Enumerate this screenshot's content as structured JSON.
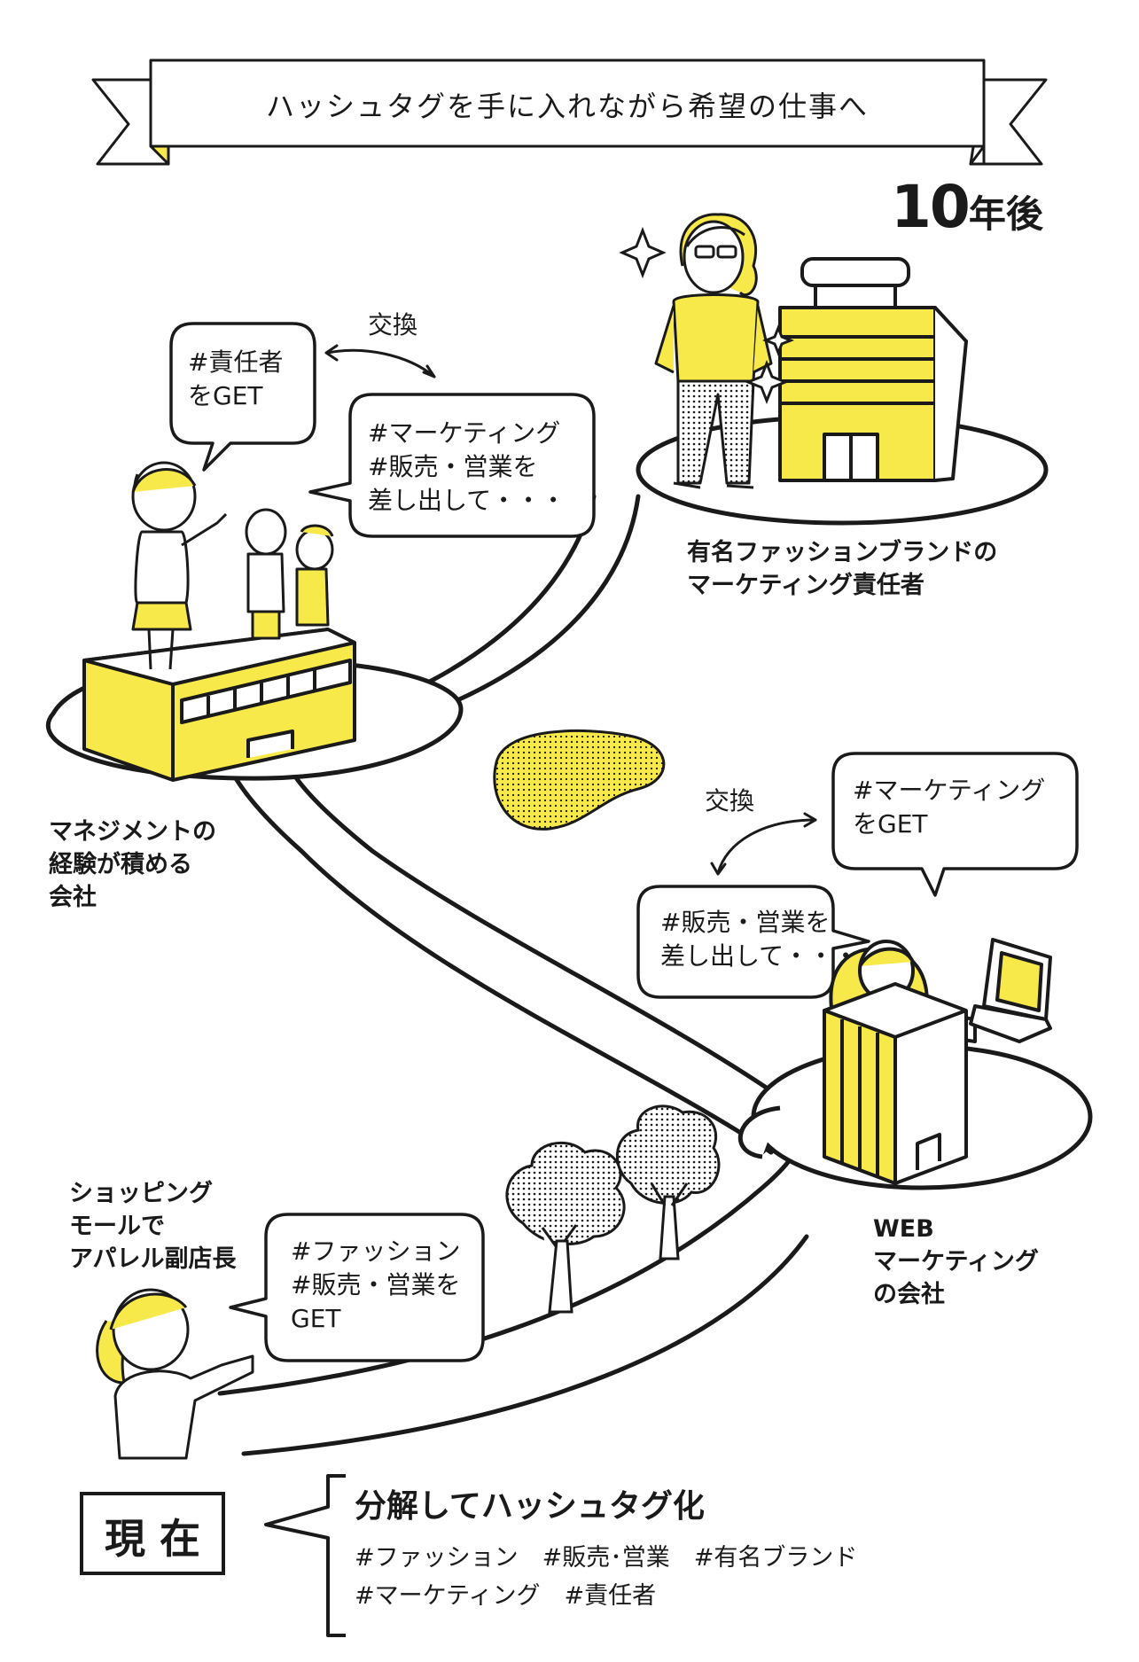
{
  "banner": {
    "title": "ハッシュタグを手に入れながら希望の仕事へ"
  },
  "future": {
    "number": "10",
    "suffix": "年後"
  },
  "top_bubbles": {
    "get": [
      "#責任者",
      "をGET"
    ],
    "give": [
      "#マーケティング",
      "#販売・営業を",
      "差し出して・・・"
    ],
    "exchange": "交換"
  },
  "fashion_brand_label": [
    "有名ファッションブランドの",
    "マーケティング責任者"
  ],
  "management_label": [
    "マネジメントの",
    "経験が積める",
    "会社"
  ],
  "mid_bubbles": {
    "exchange": "交換",
    "get": [
      "#マーケティング",
      "をGET"
    ],
    "give": [
      "#販売・営業を",
      "差し出して・・・"
    ]
  },
  "web_label": [
    "WEB",
    "マーケティング",
    "の会社"
  ],
  "shopping_label": [
    "ショッピング",
    "モールで",
    "アパレル副店長"
  ],
  "start_bubble": [
    "#ファッション",
    "#販売・営業を",
    "GET"
  ],
  "now_box": {
    "label": "現 在"
  },
  "summary": {
    "title": "分解してハッシュタグ化",
    "line1": "#ファッション　#販売･営業　#有名ブランド",
    "line2": "#マーケティング　#責任者"
  },
  "colors": {
    "accent": "#f7e94a",
    "ink": "#1a1a1a",
    "background": "#ffffff"
  }
}
